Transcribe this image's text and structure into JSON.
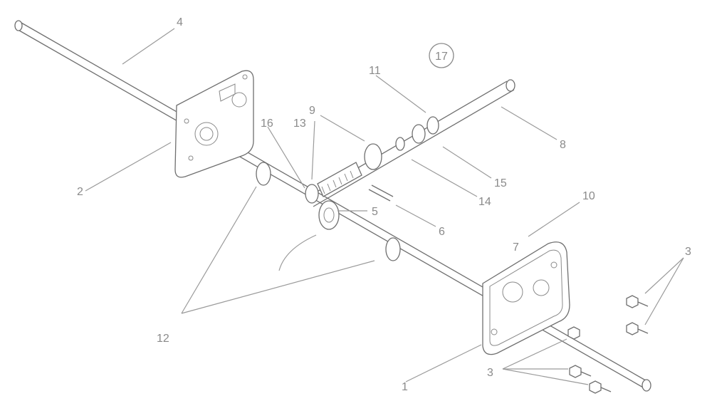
{
  "diagram": {
    "type": "exploded-parts-diagram",
    "group_label": "17",
    "callouts": [
      {
        "id": "c1",
        "label": "1"
      },
      {
        "id": "c2",
        "label": "2"
      },
      {
        "id": "c3a",
        "label": "3"
      },
      {
        "id": "c3b",
        "label": "3"
      },
      {
        "id": "c3c",
        "label": "3"
      },
      {
        "id": "c4",
        "label": "4"
      },
      {
        "id": "c5",
        "label": "5"
      },
      {
        "id": "c6",
        "label": "6"
      },
      {
        "id": "c7",
        "label": "7"
      },
      {
        "id": "c8",
        "label": "8"
      },
      {
        "id": "c9",
        "label": "9"
      },
      {
        "id": "c10",
        "label": "10"
      },
      {
        "id": "c11",
        "label": "11"
      },
      {
        "id": "c12",
        "label": "12"
      },
      {
        "id": "c13",
        "label": "13"
      },
      {
        "id": "c14",
        "label": "14"
      },
      {
        "id": "c15",
        "label": "15"
      },
      {
        "id": "c16",
        "label": "16"
      }
    ]
  },
  "colors": {
    "line": "#9a9a9a",
    "part": "#6f6f6f",
    "text": "#8a8a8a",
    "background": "#ffffff"
  }
}
